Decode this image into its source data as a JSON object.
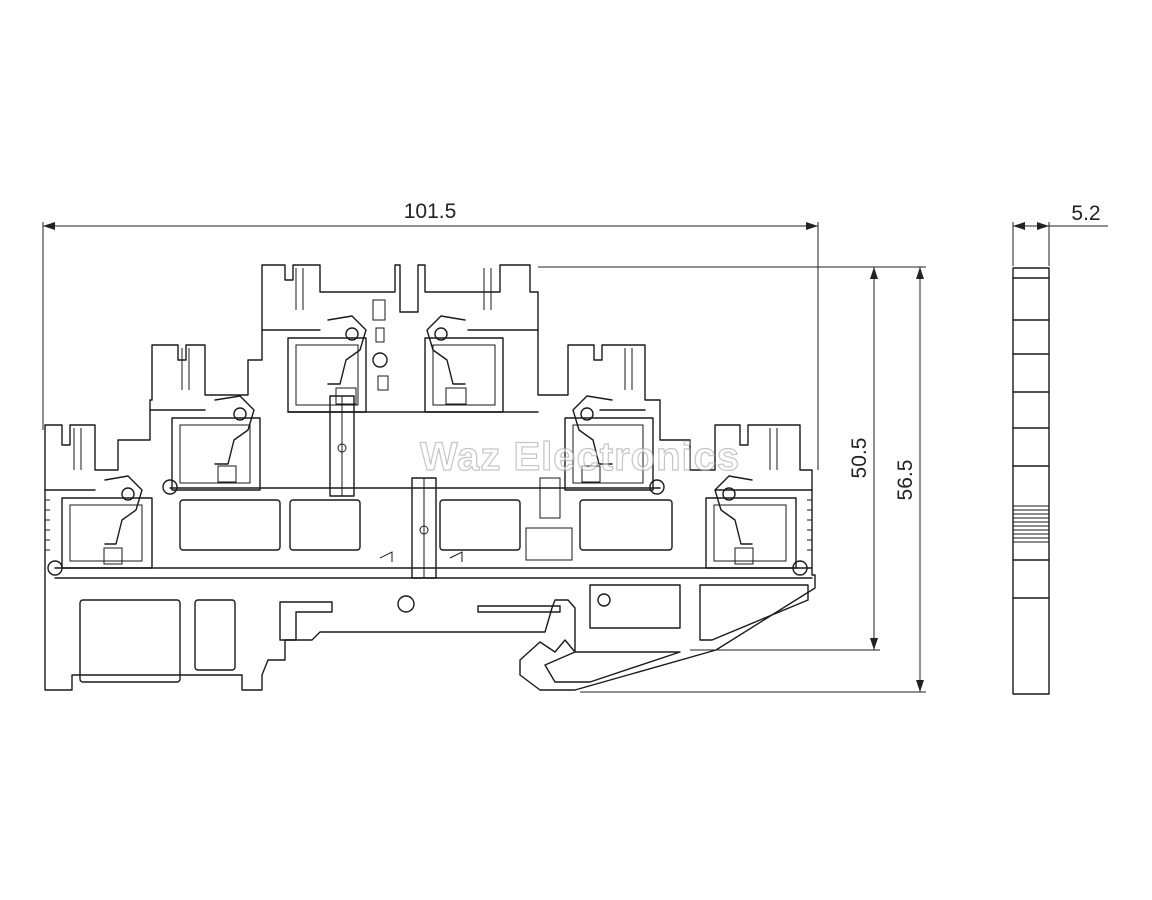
{
  "dimensions": {
    "width": "101.5",
    "height_inner": "50.5",
    "height_outer": "56.5",
    "thickness": "5.2"
  },
  "watermark": "Waz Electronics",
  "colors": {
    "line": "#1a1a1a",
    "background": "#ffffff"
  }
}
